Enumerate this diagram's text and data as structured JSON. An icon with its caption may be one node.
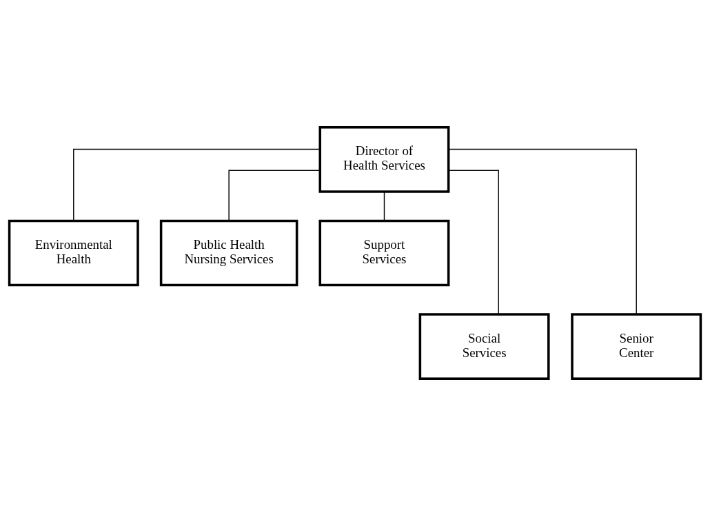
{
  "diagram": {
    "nodes": [
      {
        "text": [
          "Director of Health Services"
        ]
      },
      {
        "text": [
          "Environmental Health"
        ]
      },
      {
        "text": [
          "Public Health Nursing Services"
        ]
      },
      {
        "text": [
          "Support Services"
        ]
      },
      {
        "text": [
          "Social Services"
        ]
      },
      {
        "text": [
          "Senior Center"
        ]
      }
    ],
    "edges": [
      {
        "from": 0,
        "to": 1,
        "arrow": "none"
      },
      {
        "from": 0,
        "to": 4,
        "arrow": "none"
      },
      {
        "from": 0,
        "to": 2,
        "arrow": "none"
      },
      {
        "from": 0,
        "to": 5,
        "arrow": "none"
      },
      {
        "from": 0,
        "to": 3,
        "arrow": "none"
      }
    ]
  }
}
